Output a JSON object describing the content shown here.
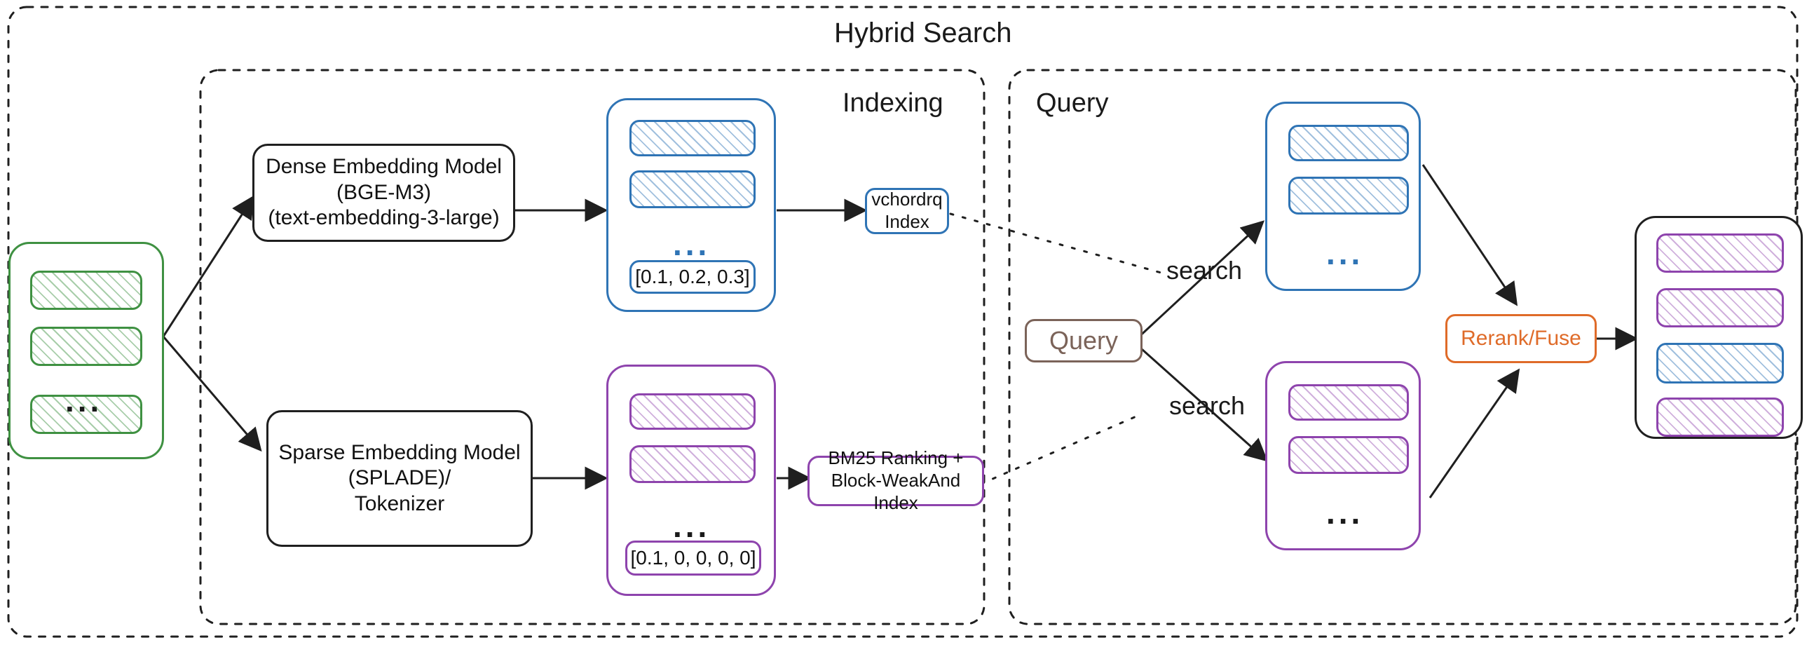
{
  "diagram": {
    "title": "Hybrid Search",
    "sections": [
      {
        "id": "indexing",
        "label": "Indexing"
      },
      {
        "id": "query",
        "label": "Query"
      }
    ],
    "ellipsis": "...",
    "colors": {
      "green": "#3f9142",
      "blue": "#2f74b5",
      "purple": "#8e44ad",
      "brown": "#7b6359",
      "orange": "#df6b29",
      "black": "#1f1f1f"
    },
    "nodes": {
      "dense_model": "Dense Embedding Model\n(BGE-M3)\n(text-embedding-3-large)",
      "sparse_model": "Sparse Embedding Model\n(SPLADE)/\nTokenizer",
      "dense_index": "vchordrq\nIndex",
      "sparse_index": "BM25 Ranking +\nBlock-WeakAnd Index",
      "query_box": "Query",
      "rerank": "Rerank/Fuse"
    },
    "vectors": {
      "dense": "[0.1, 0.2, 0.3]",
      "sparse": "[0.1, 0, 0, 0, 0]"
    },
    "edge_labels": {
      "search_dense": "search",
      "search_sparse": "search"
    }
  }
}
